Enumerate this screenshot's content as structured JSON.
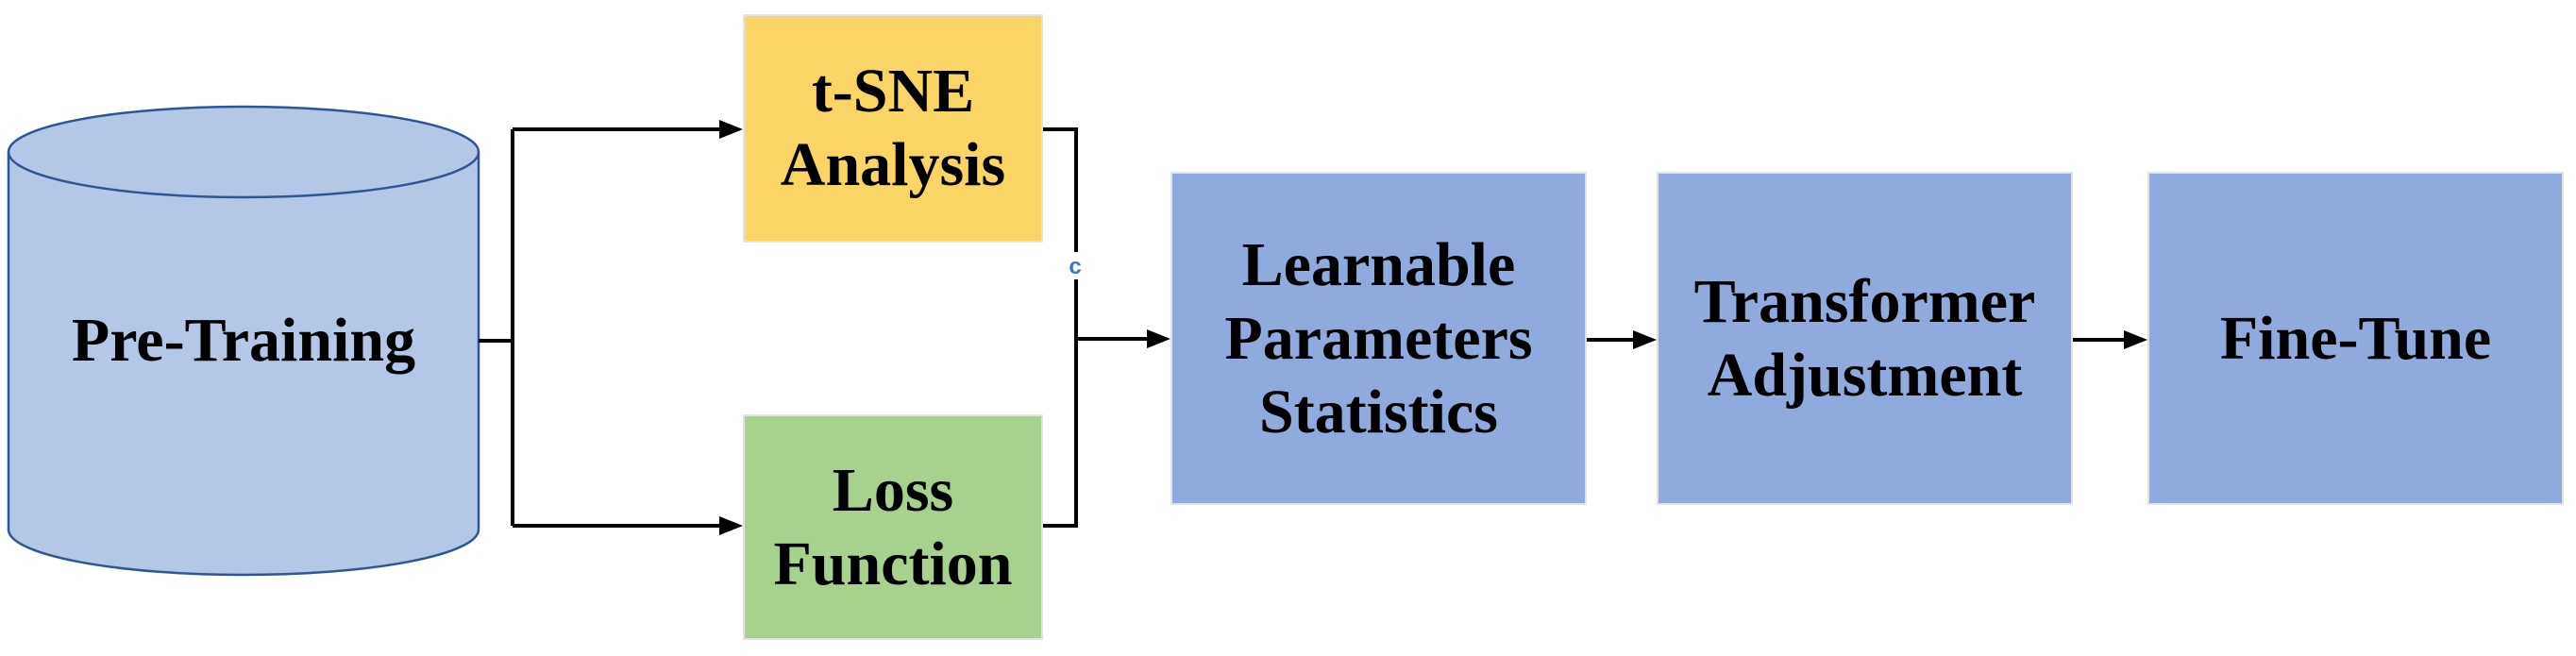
{
  "page": {
    "background": "#ffffff"
  },
  "diagram": {
    "type": "flowchart",
    "line_color": "#000000",
    "nodes": {
      "pre_training": {
        "label": "Pre-Training",
        "shape": "cylinder",
        "fill": "#b4c7e7",
        "stroke": "#2f5597"
      },
      "tsne_analysis": {
        "label": "t-SNE\nAnalysis",
        "shape": "rectangle",
        "fill": "#fad464"
      },
      "loss_function": {
        "label": "Loss\nFunction",
        "shape": "rectangle",
        "fill": "#a9d18e"
      },
      "learnable_parameters_statistics": {
        "label": "Learnable\nParameters\nStatistics",
        "shape": "rectangle",
        "fill": "#8faadc"
      },
      "transformer_adjustment": {
        "label": "Transformer\nAdjustment",
        "shape": "rectangle",
        "fill": "#8faadc"
      },
      "fine_tune": {
        "label": "Fine-Tune",
        "shape": "rectangle",
        "fill": "#8faadc"
      }
    },
    "connector_annotation": {
      "text": "c",
      "color": "#4472c4"
    },
    "edges": [
      {
        "from": "Pre-Training",
        "to": "t-SNE Analysis"
      },
      {
        "from": "Pre-Training",
        "to": "Loss Function"
      },
      {
        "from": "t-SNE Analysis",
        "to": "Learnable Parameters Statistics"
      },
      {
        "from": "Loss Function",
        "to": "Learnable Parameters Statistics"
      },
      {
        "from": "Learnable Parameters Statistics",
        "to": "Transformer Adjustment"
      },
      {
        "from": "Transformer Adjustment",
        "to": "Fine-Tune"
      }
    ]
  }
}
